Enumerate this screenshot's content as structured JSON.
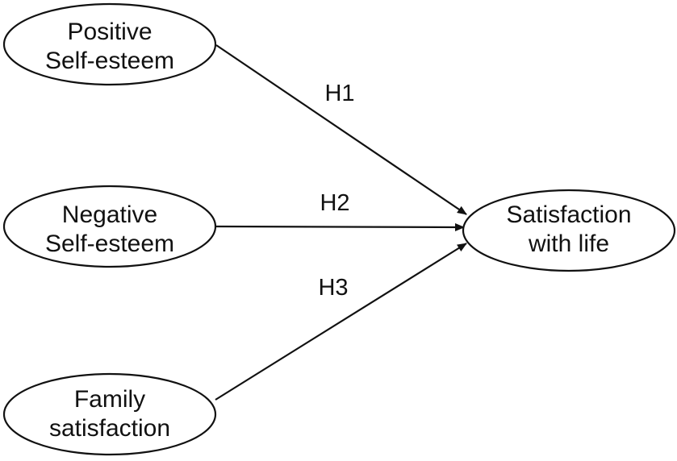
{
  "colors": {
    "stroke": "#111111",
    "background": "#ffffff"
  },
  "nodes": {
    "positive_self_esteem": {
      "line1": "Positive",
      "line2": "Self-esteem"
    },
    "negative_self_esteem": {
      "line1": "Negative",
      "line2": "Self-esteem"
    },
    "family_satisfaction": {
      "line1": "Family",
      "line2": "satisfaction"
    },
    "satisfaction_with_life": {
      "line1": "Satisfaction",
      "line2": "with life"
    }
  },
  "edges": {
    "h1": {
      "label": "H1",
      "from": "positive_self_esteem",
      "to": "satisfaction_with_life"
    },
    "h2": {
      "label": "H2",
      "from": "negative_self_esteem",
      "to": "satisfaction_with_life"
    },
    "h3": {
      "label": "H3",
      "from": "family_satisfaction",
      "to": "satisfaction_with_life"
    }
  }
}
